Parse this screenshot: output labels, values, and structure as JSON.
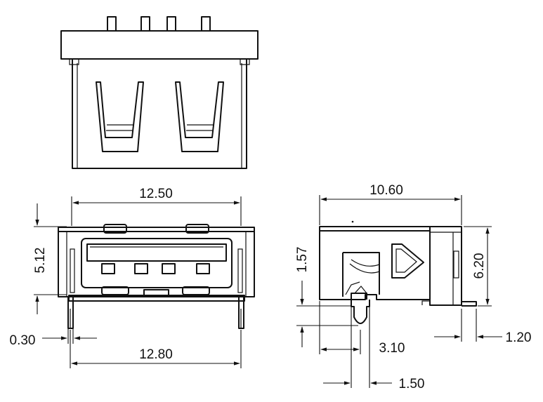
{
  "drawing": {
    "dimensions": {
      "front_width": "12.50",
      "front_height": "5.12",
      "pin_thickness": "0.30",
      "pin_span": "12.80",
      "side_length": "10.60",
      "side_height": "6.20",
      "standoff": "1.57",
      "peg_offset": "3.10",
      "peg_width": "1.50",
      "tail_length": "1.20"
    }
  }
}
